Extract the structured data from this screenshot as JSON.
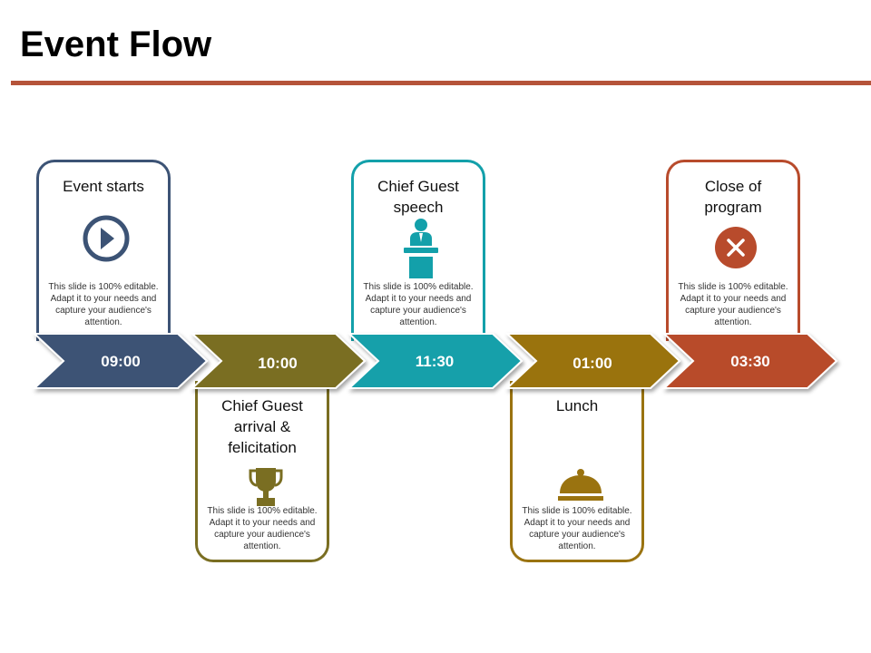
{
  "title": "Event Flow",
  "colors": {
    "rule": "#b5543a",
    "step1": "#3c5375",
    "step2": "#7a6e22",
    "step3": "#13a0aa",
    "step4": "#9a7310",
    "step5": "#b84b2c"
  },
  "steps": [
    {
      "time": "09:00",
      "title": "Event starts",
      "description": "This slide is 100% editable. Adapt it to your needs and capture your audience's attention.",
      "icon": "play-icon"
    },
    {
      "time": "10:00",
      "title": "Chief Guest arrival & felicitation",
      "description": "This slide is 100% editable. Adapt it to your needs and capture your audience's attention.",
      "icon": "trophy-icon"
    },
    {
      "time": "11:30",
      "title": "Chief Guest speech",
      "description": "This slide is 100% editable. Adapt it to your needs and capture your audience's attention.",
      "icon": "speaker-podium-icon"
    },
    {
      "time": "01:00",
      "title": "Lunch",
      "description": "This slide is 100% editable. Adapt it to your needs and capture your audience's attention.",
      "icon": "food-cloche-icon"
    },
    {
      "time": "03:30",
      "title": "Close of program",
      "description": "This slide is 100% editable. Adapt it to your needs and capture your audience's attention.",
      "icon": "close-circle-icon"
    }
  ]
}
